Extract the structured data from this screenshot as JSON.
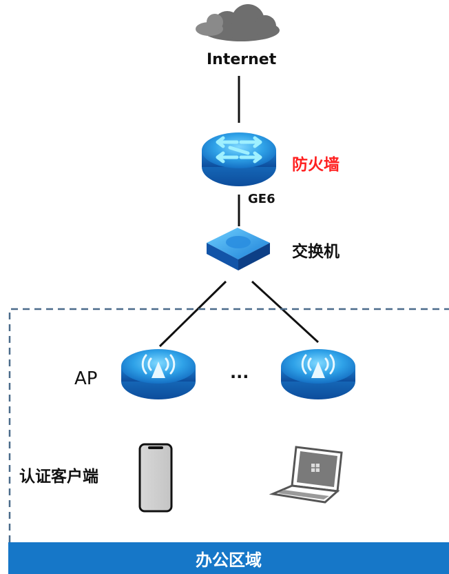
{
  "nodes": {
    "internet": {
      "label": "Internet"
    },
    "firewall": {
      "label": "防火墙",
      "label_color": "#ff2020"
    },
    "port": {
      "label": "GE6"
    },
    "switch": {
      "label": "交换机"
    },
    "ap": {
      "label": "AP"
    },
    "ellipsis": {
      "label": "···"
    },
    "clients": {
      "label": "认证客户端"
    }
  },
  "zone": {
    "title": "办公区域",
    "color": "#1677c8"
  },
  "colors": {
    "device_blue": "#1e88d8",
    "device_light": "#5cc8f5",
    "cloud_gray": "#6e6e6e",
    "line": "#111111",
    "dashed": "#4a6b8a"
  },
  "icons": [
    "cloud-icon",
    "router-icon",
    "switch-icon",
    "wireless-ap-icon",
    "smartphone-icon",
    "laptop-icon"
  ]
}
